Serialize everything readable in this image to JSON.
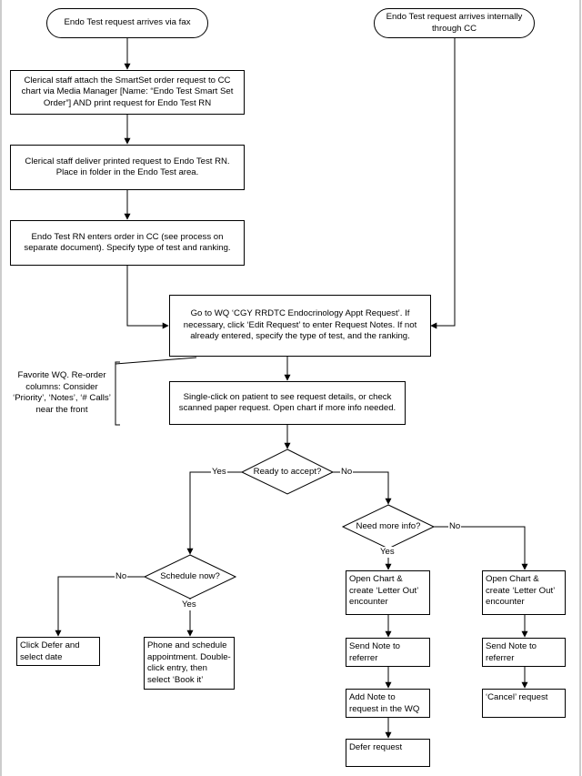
{
  "nodes": {
    "fax": "Endo Test request arrives via fax",
    "internal": "Endo Test request arrives internally through CC",
    "clerical_attach": "Clerical staff attach the SmartSet order request to CC chart via Media Manager [Name: “Endo Test Smart Set Order”] AND print request for Endo Test RN",
    "clerical_deliver": "Clerical staff deliver printed request to Endo Test RN. Place in folder in the Endo Test area.",
    "rn_enters": "Endo Test RN enters order in CC (see process on separate document). Specify type of test and ranking.",
    "go_to_wq": "Go to WQ ‘CGY RRDTC Endocrinology Appt Request’. If necessary, click ‘Edit Request’ to enter Request Notes. If not already entered, specify the type of test, and the ranking.",
    "single_click": "Single-click on patient to see request details, or check scanned paper request. Open chart if more info needed.",
    "ready": "Ready to accept?",
    "schedule": "Schedule now?",
    "more_info": "Need more info?",
    "click_defer": "Click Defer and select date",
    "phone": "Phone and schedule appointment. Double-click entry, then select ‘Book it’",
    "open_chart_a": "Open Chart & create ‘Letter Out’ encounter",
    "open_chart_b": "Open Chart & create ‘Letter Out’ encounter",
    "send_note_a": "Send Note to referrer",
    "send_note_b": "Send Note to referrer",
    "add_note": "Add Note to request in the WQ",
    "cancel": "‘Cancel’ request",
    "defer": "Defer request"
  },
  "annotation": "Favorite WQ. Re-order columns: Consider ‘Priority’, ‘Notes’, ‘# Calls’ near the front",
  "labels": {
    "ready_yes": "Yes",
    "ready_no": "No",
    "schedule_no": "No",
    "schedule_yes": "Yes",
    "info_no": "No",
    "info_yes": "Yes"
  }
}
